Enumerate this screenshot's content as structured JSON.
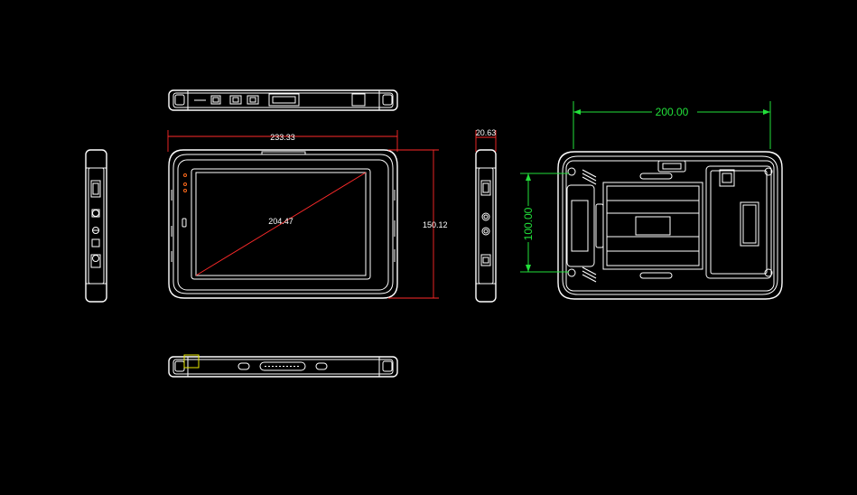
{
  "dimensions": {
    "front_width": "233.33",
    "front_height": "150.12",
    "front_diagonal": "204.47",
    "side_thickness": "20.63",
    "back_hole_width": "200.00",
    "back_hole_height": "100.00"
  },
  "colors": {
    "background": "#000000",
    "outline": "#ffffff",
    "dimension_front": "#ff2a2a",
    "dimension_back": "#22e03a",
    "highlight": "#e8e800"
  }
}
